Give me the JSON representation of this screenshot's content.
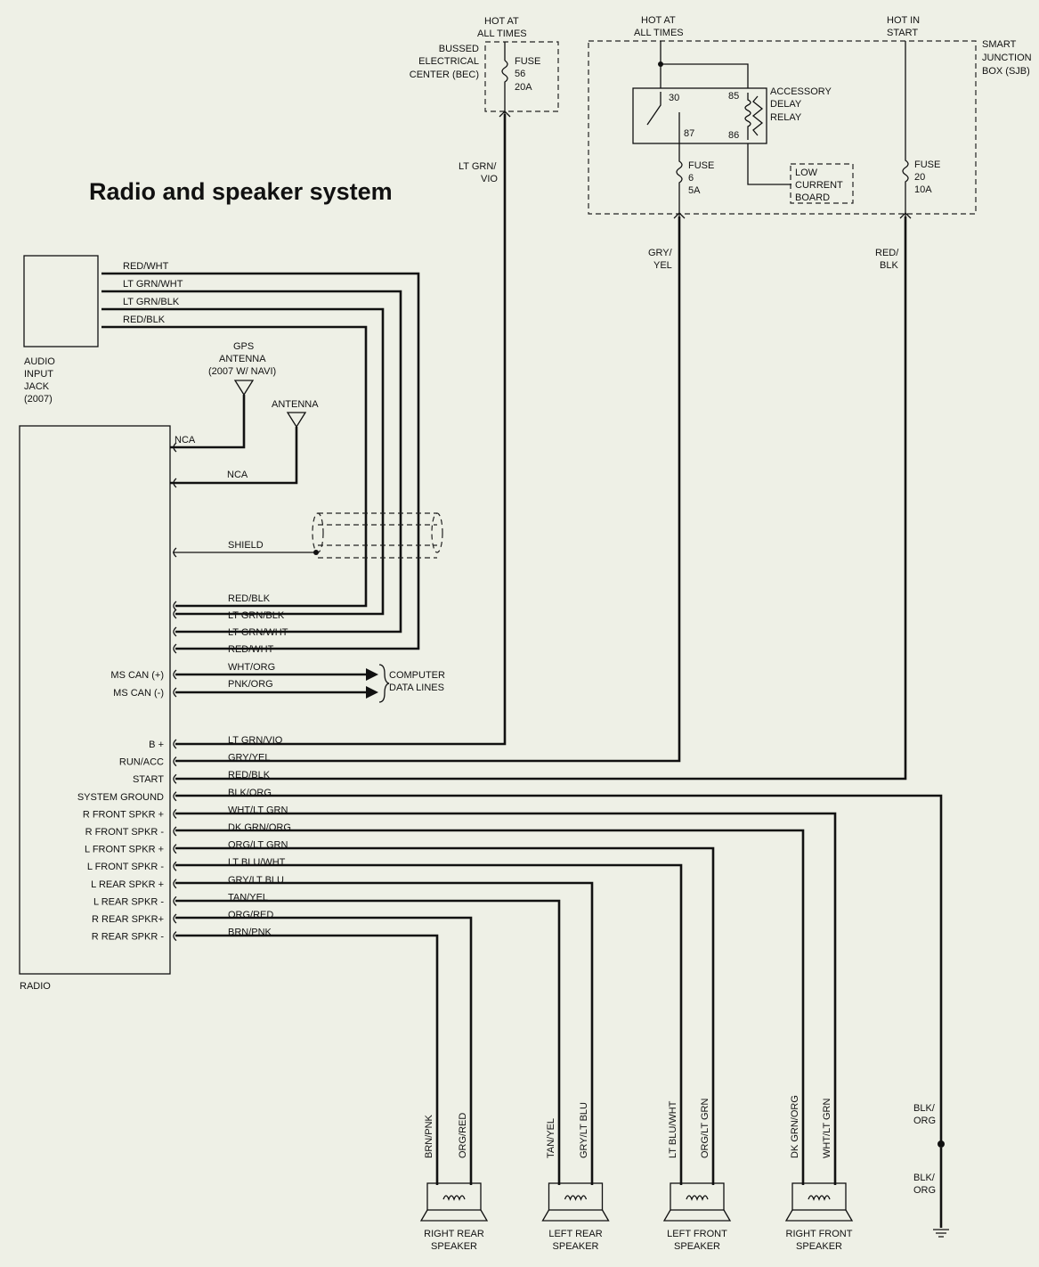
{
  "title": "Radio and speaker system",
  "audio_jack": {
    "label": [
      "AUDIO",
      "INPUT",
      "JACK",
      "(2007)"
    ],
    "wires": [
      "RED/WHT",
      "LT GRN/WHT",
      "LT GRN/BLK",
      "RED/BLK"
    ]
  },
  "radio_label": "RADIO",
  "gps_antenna": [
    "GPS",
    "ANTENNA",
    "(2007 W/ NAVI)"
  ],
  "antenna": "ANTENNA",
  "nca": "NCA",
  "shield": "SHIELD",
  "radio_upper_wires": [
    "RED/BLK",
    "LT GRN/BLK",
    "LT GRN/WHT",
    "RED/WHT",
    "WHT/ORG",
    "PNK/ORG"
  ],
  "can_pins": [
    "MS CAN (+)",
    "MS CAN (-)"
  ],
  "computer_data_lines": [
    "COMPUTER",
    "DATA LINES"
  ],
  "radio_pins": [
    {
      "pin": "B +",
      "wire": "LT GRN/VIO"
    },
    {
      "pin": "RUN/ACC",
      "wire": "GRY/YEL"
    },
    {
      "pin": "START",
      "wire": "RED/BLK"
    },
    {
      "pin": "SYSTEM GROUND",
      "wire": "BLK/ORG"
    },
    {
      "pin": "R FRONT SPKR +",
      "wire": "WHT/LT GRN"
    },
    {
      "pin": "R FRONT SPKR -",
      "wire": "DK GRN/ORG"
    },
    {
      "pin": "L FRONT SPKR +",
      "wire": "ORG/LT GRN"
    },
    {
      "pin": "L FRONT SPKR -",
      "wire": "LT BLU/WHT"
    },
    {
      "pin": "L REAR SPKR +",
      "wire": "GRY/LT BLU"
    },
    {
      "pin": "L REAR SPKR -",
      "wire": "TAN/YEL"
    },
    {
      "pin": "R REAR SPKR+",
      "wire": "ORG/RED"
    },
    {
      "pin": "R REAR SPKR -",
      "wire": "BRN/PNK"
    }
  ],
  "bec": {
    "hot": [
      "HOT AT",
      "ALL TIMES"
    ],
    "label": [
      "BUSSED",
      "ELECTRICAL",
      "CENTER (BEC)"
    ],
    "fuse": [
      "FUSE",
      "56",
      "20A"
    ],
    "wire": [
      "LT GRN/",
      "VIO"
    ]
  },
  "sjb": {
    "label": [
      "SMART",
      "JUNCTION",
      "BOX (SJB)"
    ],
    "hot1": [
      "HOT AT",
      "ALL TIMES"
    ],
    "hot2": [
      "HOT IN",
      "START"
    ],
    "relay": [
      "ACCESSORY",
      "DELAY",
      "RELAY"
    ],
    "relay_pins": [
      "30",
      "85",
      "87",
      "86"
    ],
    "low_current": [
      "LOW",
      "CURRENT",
      "BOARD"
    ],
    "fuse6": [
      "FUSE",
      "6",
      "5A"
    ],
    "fuse20": [
      "FUSE",
      "20",
      "10A"
    ],
    "wire1": [
      "GRY/",
      "YEL"
    ],
    "wire2": [
      "RED/",
      "BLK"
    ]
  },
  "speakers": [
    {
      "name": [
        "RIGHT REAR",
        "SPEAKER"
      ],
      "wires": [
        "BRN/PNK",
        "ORG/RED"
      ]
    },
    {
      "name": [
        "LEFT REAR",
        "SPEAKER"
      ],
      "wires": [
        "TAN/YEL",
        "GRY/LT BLU"
      ]
    },
    {
      "name": [
        "LEFT FRONT",
        "SPEAKER"
      ],
      "wires": [
        "LT BLU/WHT",
        "ORG/LT GRN"
      ]
    },
    {
      "name": [
        "RIGHT FRONT",
        "SPEAKER"
      ],
      "wires": [
        "DK GRN/ORG",
        "WHT/LT GRN"
      ]
    }
  ],
  "ground_wire": [
    "BLK/",
    "ORG"
  ]
}
